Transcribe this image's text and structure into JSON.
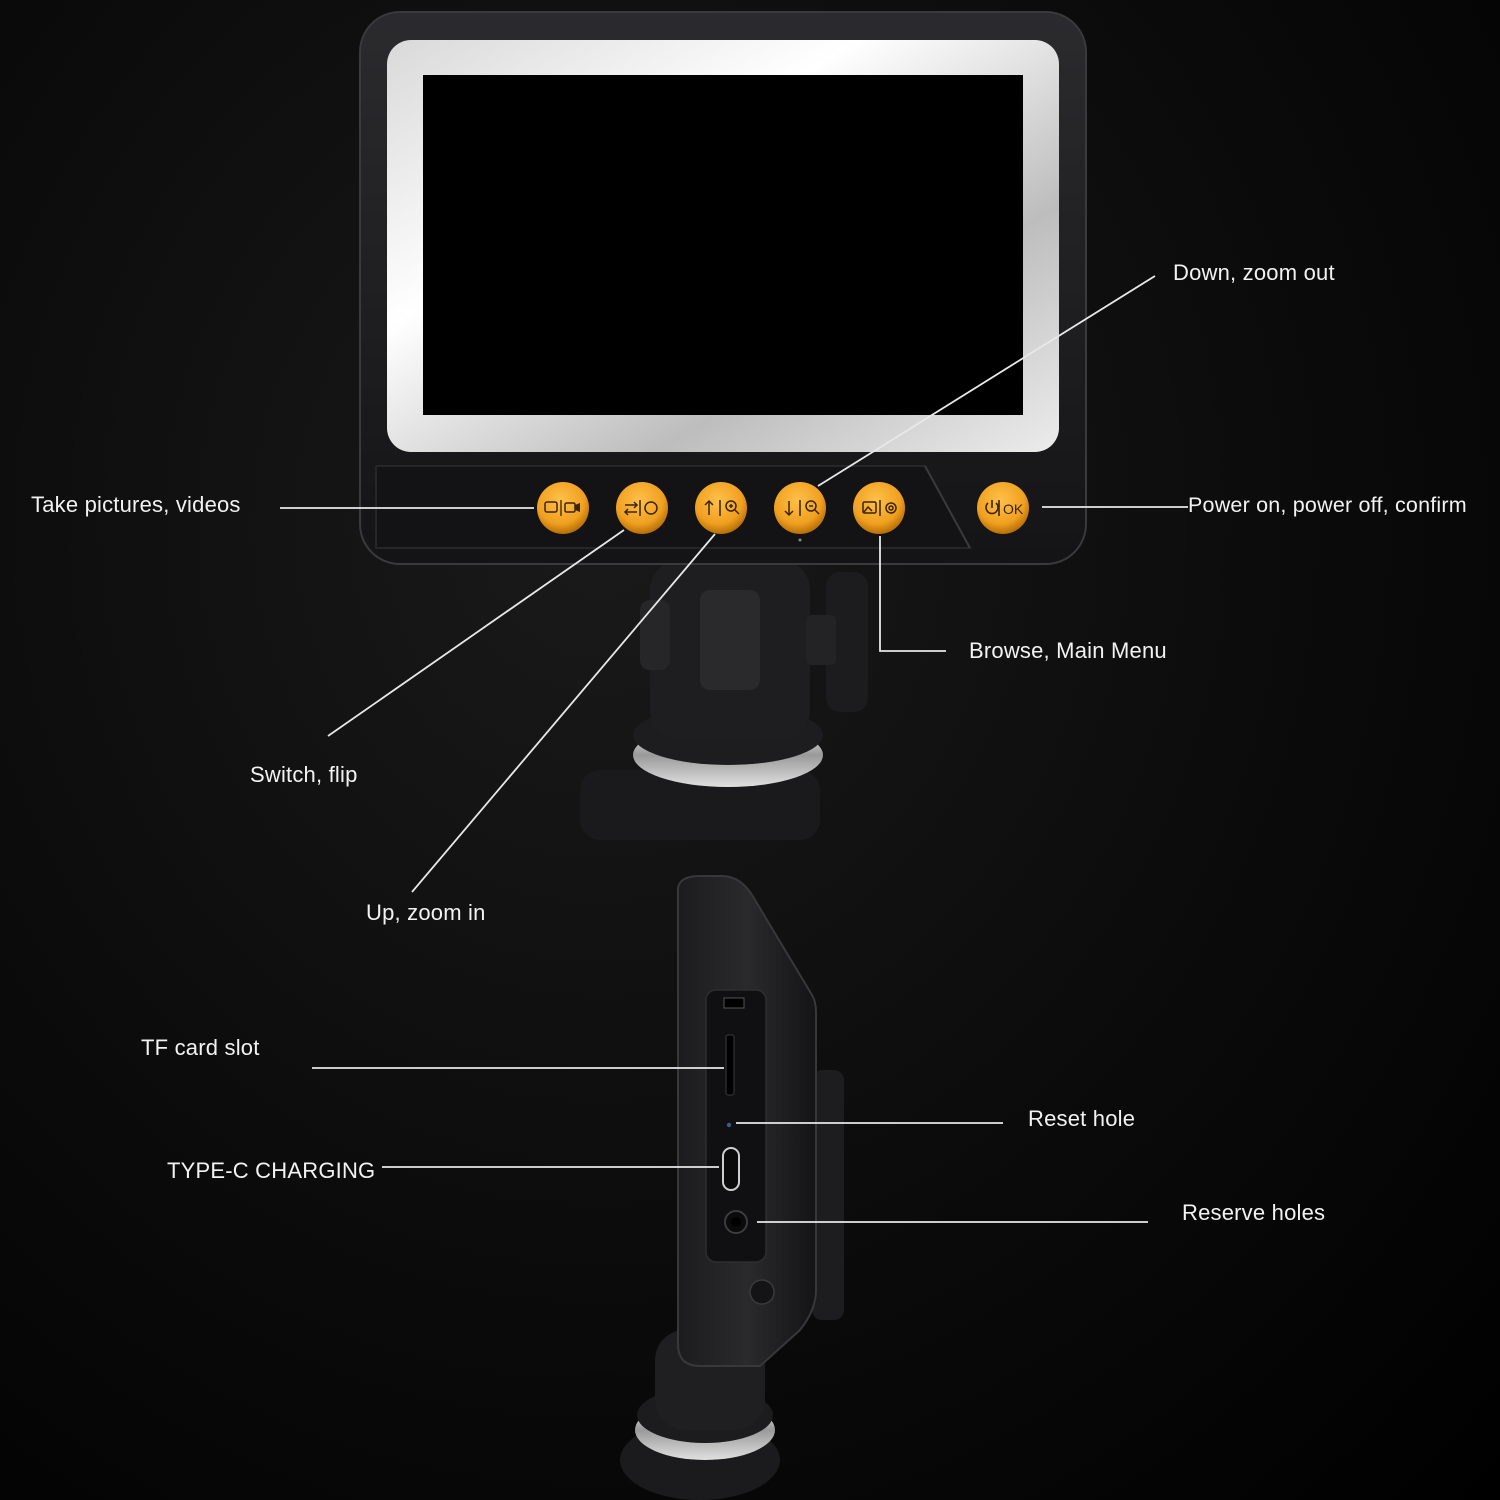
{
  "labels": {
    "take_pictures": "Take pictures, videos",
    "switch_flip": "Switch, flip",
    "up_zoom_in": "Up, zoom in",
    "down_zoom_out": "Down, zoom out",
    "browse_menu": "Browse, Main Menu",
    "power": "Power on, power off, confirm",
    "tf_card": "TF card slot",
    "type_c": "TYPE-C CHARGING",
    "reset_hole": "Reset hole",
    "reserve_holes": "Reserve holes"
  },
  "buttons": [
    {
      "name": "capture-button",
      "icon": "camera-video-icon"
    },
    {
      "name": "switch-button",
      "icon": "switch-flip-icon"
    },
    {
      "name": "up-zoom-in-button",
      "icon": "up-zoom-in-icon"
    },
    {
      "name": "down-zoom-out-button",
      "icon": "down-zoom-out-icon"
    },
    {
      "name": "browse-menu-button",
      "icon": "gallery-settings-icon"
    },
    {
      "name": "power-ok-button",
      "icon": "power-icon",
      "text": "OK"
    }
  ],
  "colors": {
    "button_orange": "#f0a020",
    "button_orange_dark": "#c67a08",
    "body_dark": "#1b1b1d",
    "label_text": "#f2f2f2",
    "leader_line": "#e8e8e8"
  }
}
